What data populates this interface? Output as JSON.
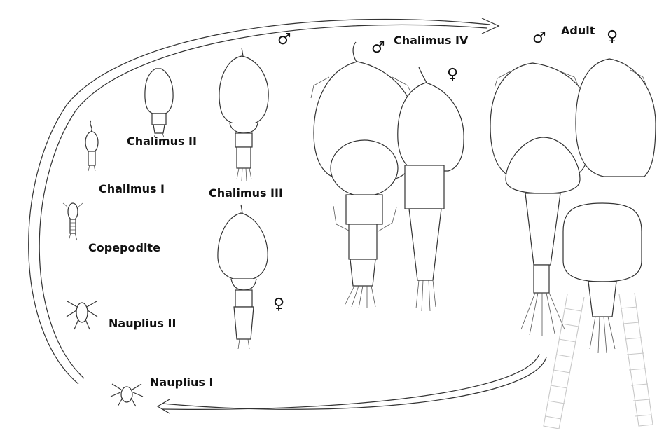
{
  "stages": {
    "nauplius_1": "Nauplius I",
    "nauplius_2": "Nauplius II",
    "copepodite": "Copepodite",
    "chalimus_1": "Chalimus I",
    "chalimus_2": "Chalimus II",
    "chalimus_3": "Chalimus III",
    "chalimus_4": "Chalimus IV",
    "adult": "Adult"
  },
  "sex_symbols": {
    "male": "♂",
    "female": "♀"
  }
}
